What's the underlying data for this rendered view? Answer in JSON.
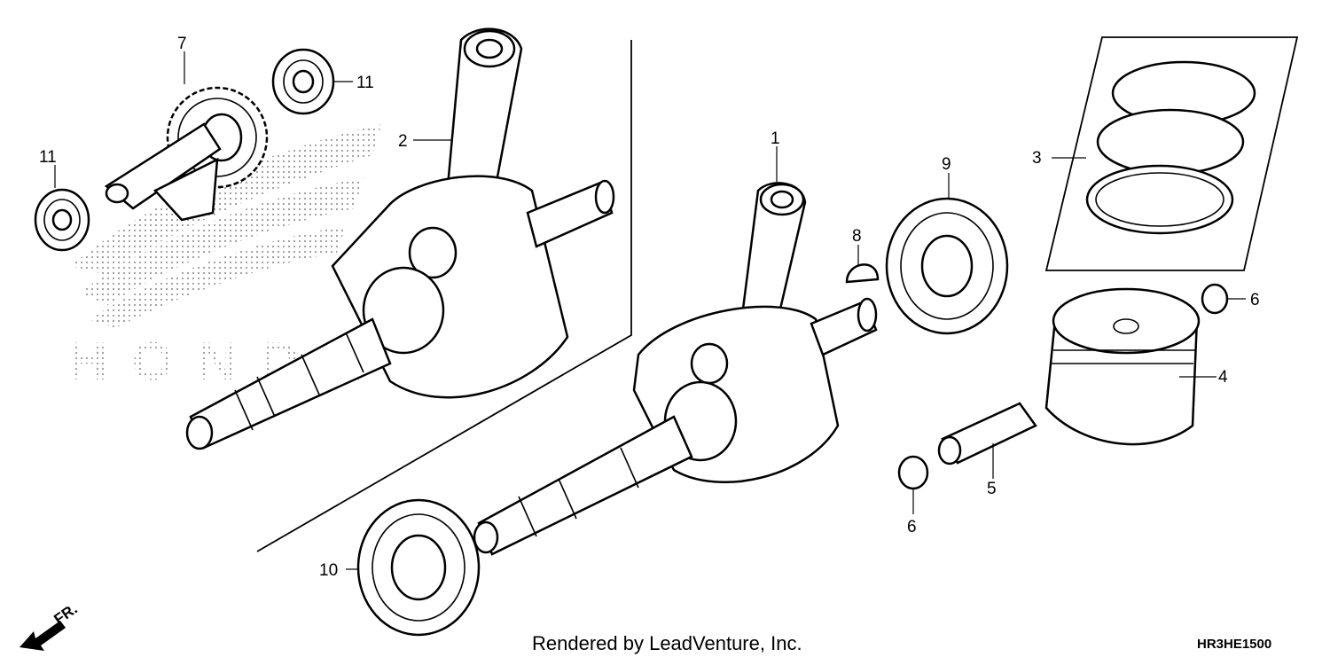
{
  "diagram": {
    "callouts": [
      "1",
      "2",
      "3",
      "4",
      "5",
      "6",
      "6",
      "7",
      "8",
      "9",
      "10",
      "11",
      "11"
    ],
    "footer_credit": "Rendered by LeadVenture, Inc.",
    "diagram_code": "HR3HE1500",
    "direction_label": "FR.",
    "watermark": "HONDA"
  }
}
